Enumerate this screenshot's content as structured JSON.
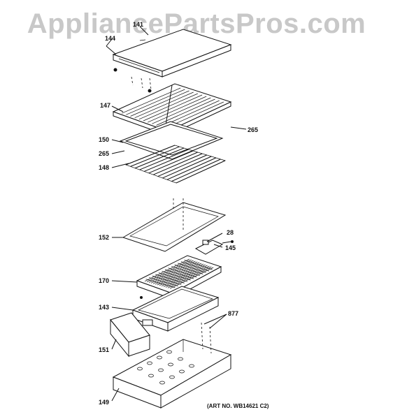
{
  "watermark": "AppliancePartsPros.com",
  "art_number": "(ART NO. WB14621 C2)",
  "parts": {
    "p141": "141",
    "p144": "144",
    "p147": "147",
    "p265a": "265",
    "p150": "150",
    "p265b": "265",
    "p148": "148",
    "p28": "28",
    "p152": "152",
    "p145": "145",
    "p170": "170",
    "p143": "143",
    "p877": "877",
    "p151": "151",
    "p149": "149"
  }
}
